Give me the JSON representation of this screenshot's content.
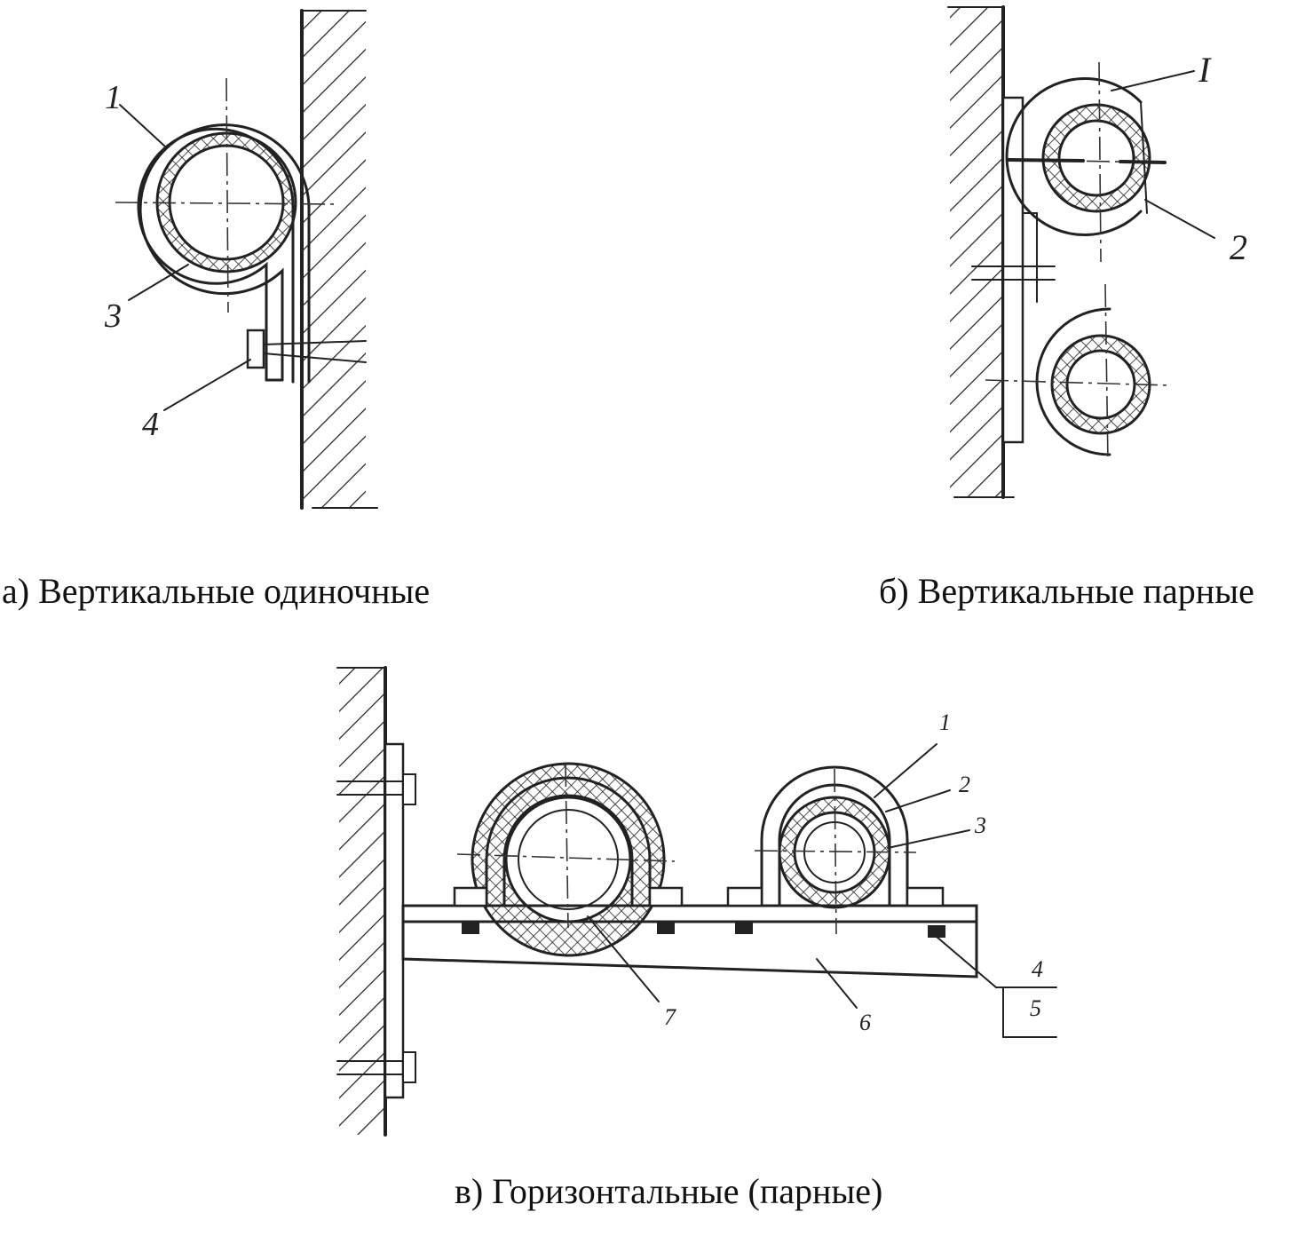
{
  "captions": {
    "a": "а) Вертикальные одиночные",
    "b": "б) Вертикальные парные",
    "c": "в) Горизонтальные (парные)"
  },
  "callouts": {
    "a": [
      "1",
      "3",
      "4"
    ],
    "b": [
      "I",
      "2"
    ],
    "c": [
      "1",
      "2",
      "3",
      "4",
      "5",
      "6",
      "7"
    ]
  }
}
